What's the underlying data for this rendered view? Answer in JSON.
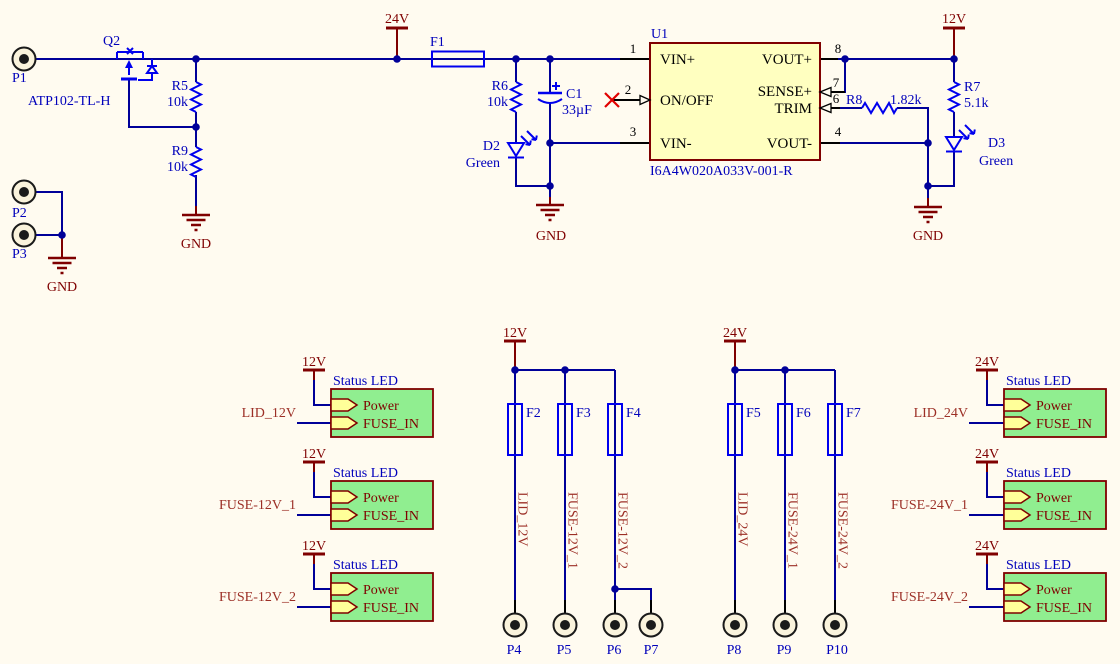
{
  "colors": {
    "background": "#FFFBF0",
    "wire": "#000099",
    "symbol": "#0000EE",
    "text_blue": "#0000BB",
    "maroon": "#7F0000",
    "net_label": "#9C2F26",
    "ic_fill": "#FFFFC0",
    "sheet_fill": "#90EE90",
    "sheet_pin_fill": "#FFFF99",
    "no_connect": "#E00000"
  },
  "power": {
    "v24": "24V",
    "v12": "12V",
    "gnd": "GND"
  },
  "connectors": {
    "p1": "P1",
    "p2": "P2",
    "p3": "P3",
    "p4": "P4",
    "p5": "P5",
    "p6": "P6",
    "p7": "P7",
    "p8": "P8",
    "p9": "P9",
    "p10": "P10"
  },
  "parts": {
    "q2": {
      "ref": "Q2",
      "part": "ATP102-TL-H"
    },
    "r5": {
      "ref": "R5",
      "value": "10k"
    },
    "r9": {
      "ref": "R9",
      "value": "10k"
    },
    "r6": {
      "ref": "R6",
      "value": "10k"
    },
    "r7": {
      "ref": "R7",
      "value": "5.1k"
    },
    "r8": {
      "ref": "R8",
      "value": "1.82k"
    },
    "c1": {
      "ref": "C1",
      "value": "33µF"
    },
    "d2": {
      "ref": "D2",
      "value": "Green"
    },
    "d3": {
      "ref": "D3",
      "value": "Green"
    },
    "f1": {
      "ref": "F1"
    },
    "f2": {
      "ref": "F2"
    },
    "f3": {
      "ref": "F3"
    },
    "f4": {
      "ref": "F4"
    },
    "f5": {
      "ref": "F5"
    },
    "f6": {
      "ref": "F6"
    },
    "f7": {
      "ref": "F7"
    },
    "u1": {
      "ref": "U1",
      "part": "I6A4W020A033V-001-R",
      "pins": {
        "vin_plus": {
          "num": "1",
          "name": "VIN+"
        },
        "on_off": {
          "num": "2",
          "name": "ON/OFF"
        },
        "vin_minus": {
          "num": "3",
          "name": "VIN-"
        },
        "vout_plus": {
          "num": "8",
          "name": "VOUT+"
        },
        "sense_plus": {
          "num": "7",
          "name": "SENSE+"
        },
        "trim": {
          "num": "6",
          "name": "TRIM"
        },
        "vout_minus": {
          "num": "4",
          "name": "VOUT-"
        }
      }
    }
  },
  "sheet_block": {
    "title": "Status LED",
    "power_pin": "Power",
    "fuse_in_pin": "FUSE_IN"
  },
  "nets": {
    "lid_12v": "LID_12V",
    "fuse_12v_1": "FUSE-12V_1",
    "fuse_12v_2": "FUSE-12V_2",
    "lid_24v": "LID_24V",
    "fuse_24v_1": "FUSE-24V_1",
    "fuse_24v_2": "FUSE-24V_2"
  }
}
